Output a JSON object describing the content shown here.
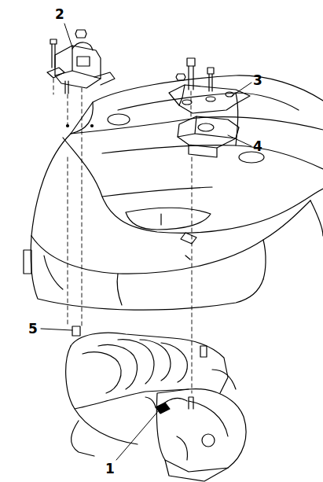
{
  "diagram": {
    "labels": [
      "2",
      "3",
      "4",
      "5",
      "1"
    ]
  }
}
